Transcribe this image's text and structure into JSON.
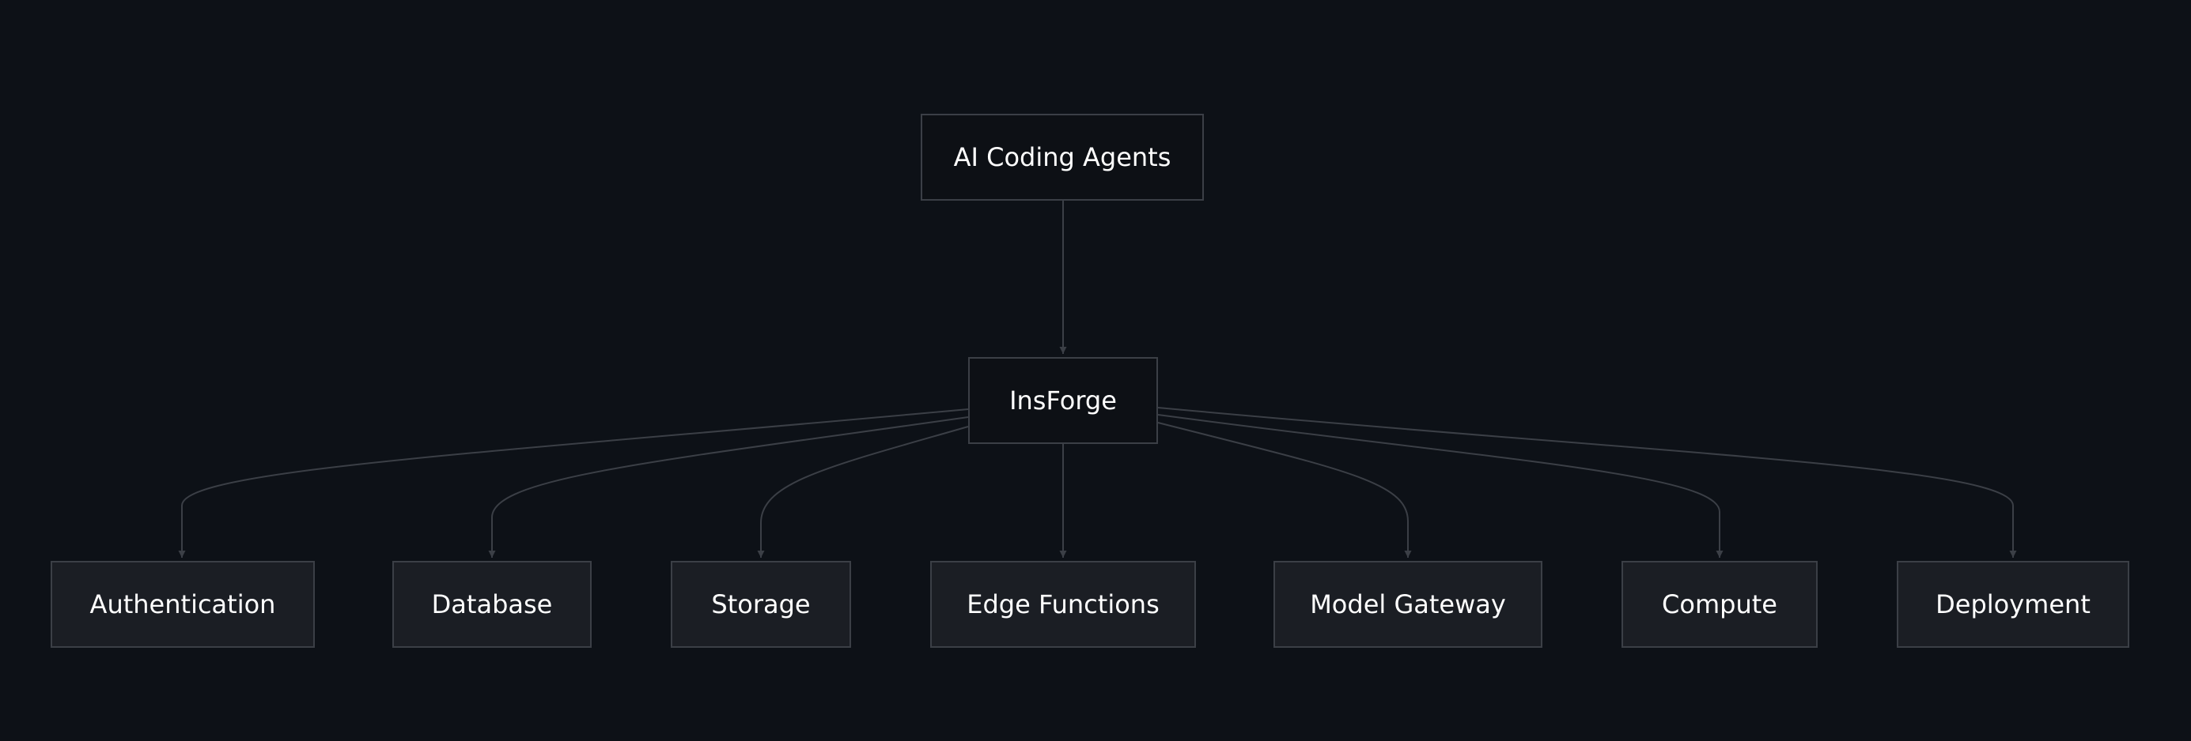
{
  "diagram": {
    "top": {
      "label": "AI Coding Agents"
    },
    "hub": {
      "label": "InsForge"
    },
    "services": [
      {
        "id": "authentication",
        "label": "Authentication"
      },
      {
        "id": "database",
        "label": "Database"
      },
      {
        "id": "storage",
        "label": "Storage"
      },
      {
        "id": "edge-functions",
        "label": "Edge Functions"
      },
      {
        "id": "model-gateway",
        "label": "Model Gateway"
      },
      {
        "id": "compute",
        "label": "Compute"
      },
      {
        "id": "deployment",
        "label": "Deployment"
      }
    ],
    "edges": [
      {
        "from": "AI Coding Agents",
        "to": "InsForge"
      },
      {
        "from": "InsForge",
        "to": "Authentication"
      },
      {
        "from": "InsForge",
        "to": "Database"
      },
      {
        "from": "InsForge",
        "to": "Storage"
      },
      {
        "from": "InsForge",
        "to": "Edge Functions"
      },
      {
        "from": "InsForge",
        "to": "Model Gateway"
      },
      {
        "from": "InsForge",
        "to": "Compute"
      },
      {
        "from": "InsForge",
        "to": "Deployment"
      }
    ],
    "colors": {
      "background": "#0d1117",
      "edge": "#3b3f46",
      "node_border": "#3b3f46",
      "text": "#ffffff"
    }
  }
}
